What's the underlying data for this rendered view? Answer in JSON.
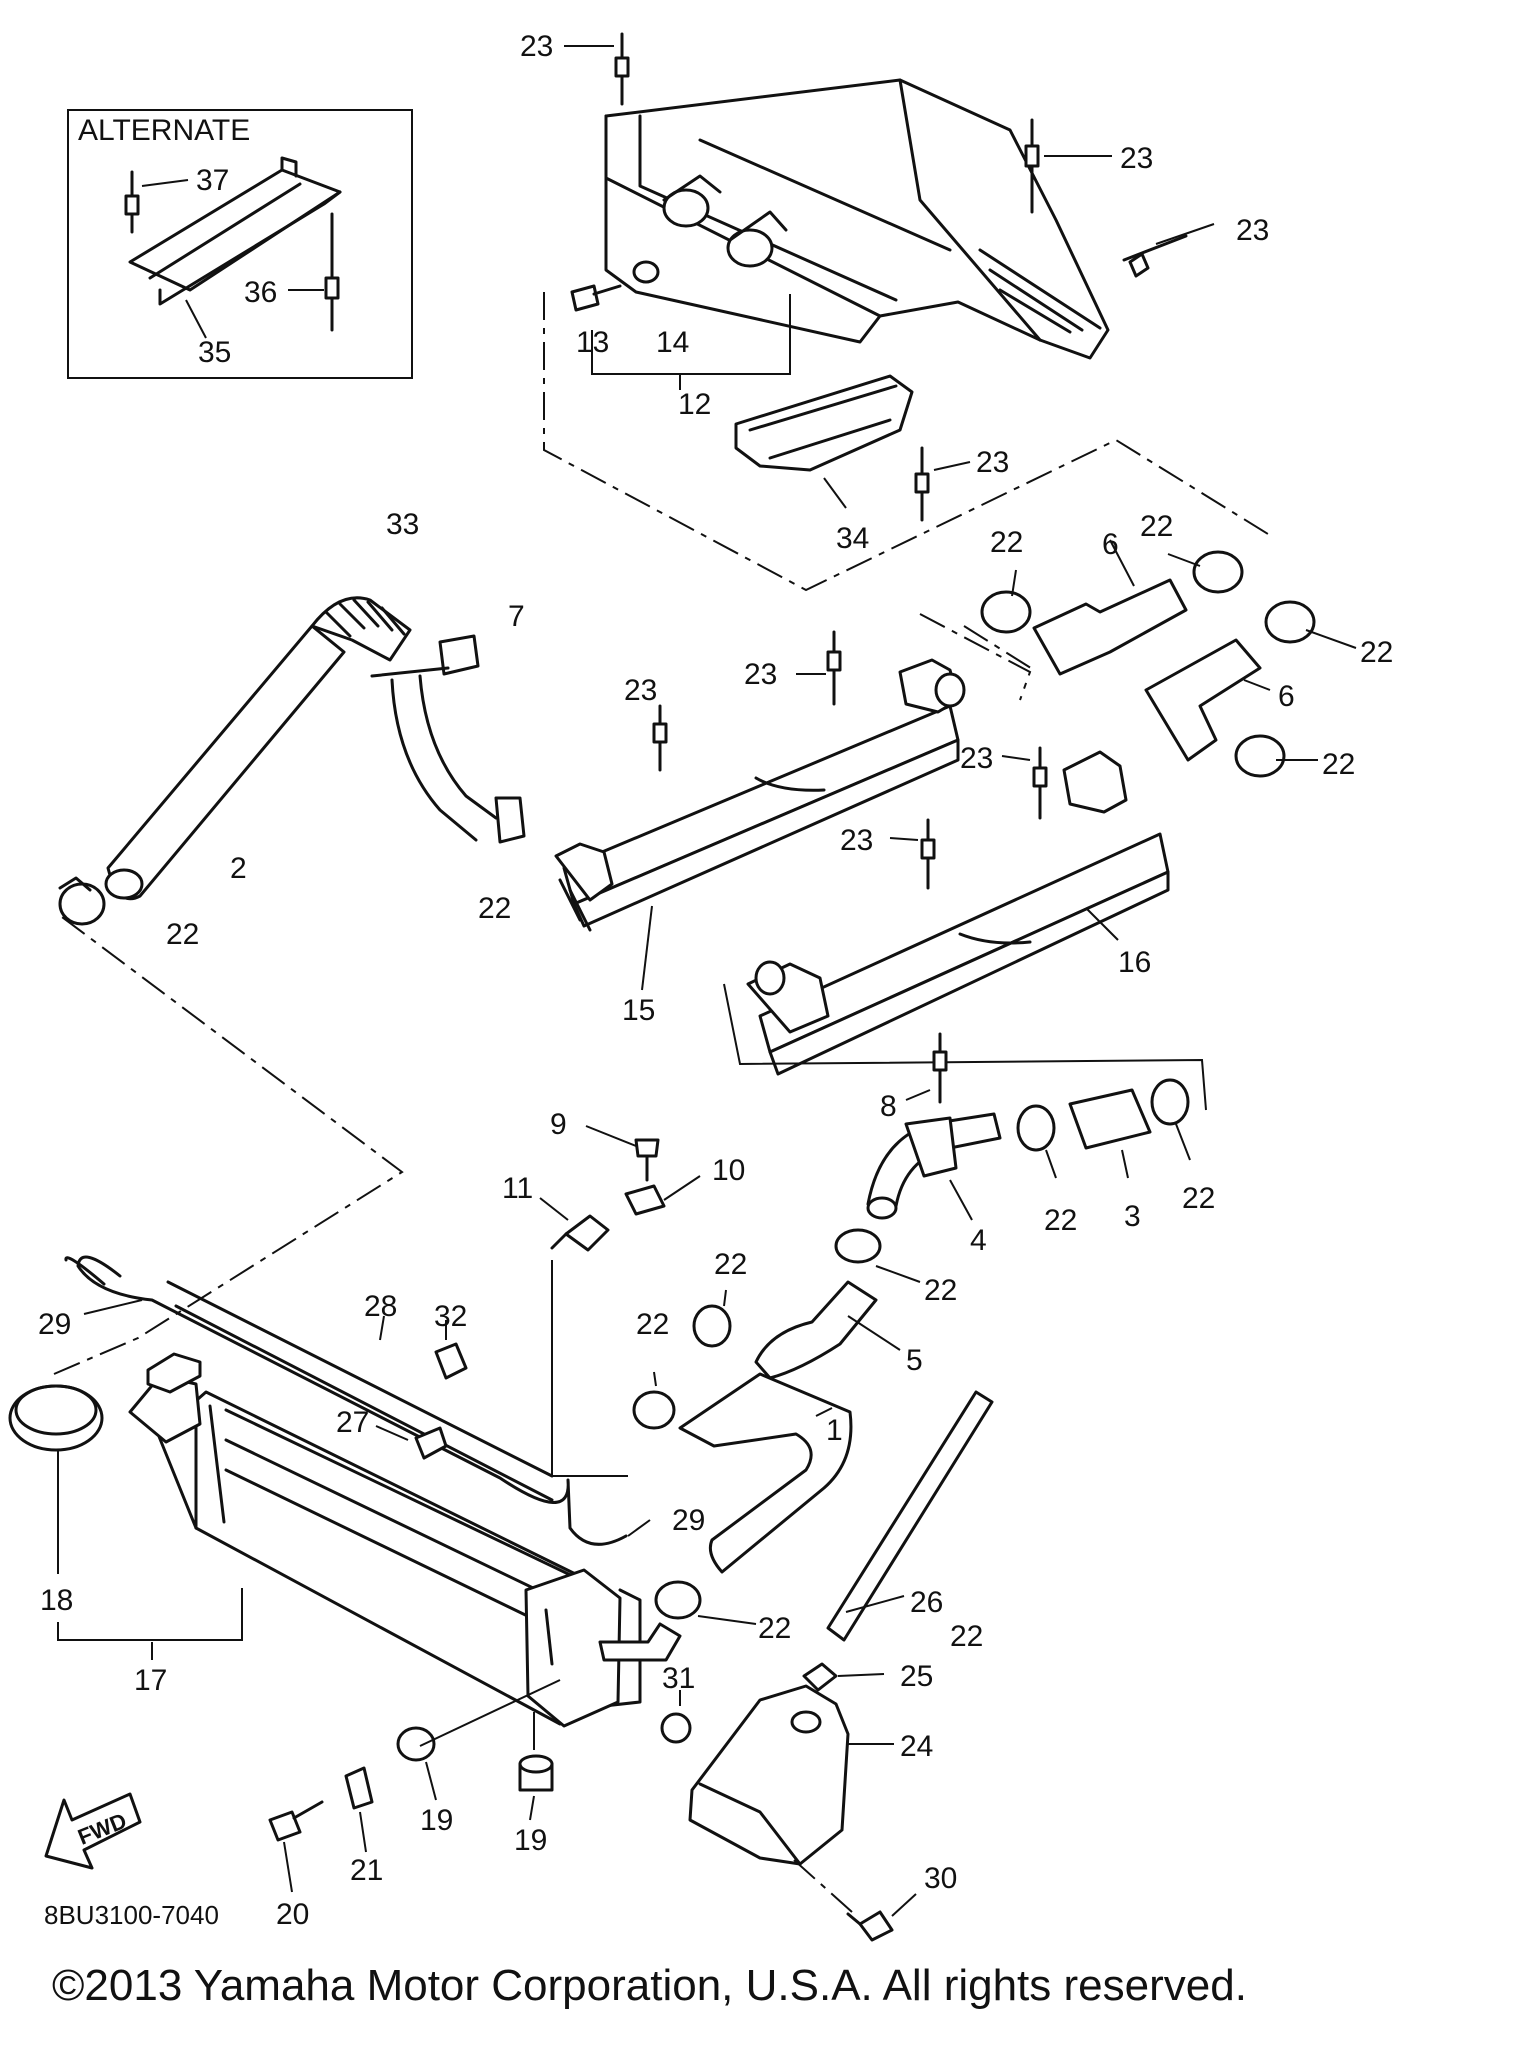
{
  "inset_label": "ALTERNATE",
  "diagram_code": "8BU3100-7040",
  "direction_label": "FWD",
  "copyright": "©2013 Yamaha Motor Corporation, U.S.A. All rights reserved.",
  "callouts": {
    "c1": "1",
    "c2": "2",
    "c3": "3",
    "c4": "4",
    "c5": "5",
    "c6a": "6",
    "c6b": "6",
    "c7": "7",
    "c8": "8",
    "c9": "9",
    "c10": "10",
    "c11": "11",
    "c12": "12",
    "c13": "13",
    "c14": "14",
    "c15": "15",
    "c16": "16",
    "c17": "17",
    "c18": "18",
    "c19a": "19",
    "c19b": "19",
    "c20": "20",
    "c21": "21",
    "c22a": "22",
    "c22b": "22",
    "c22c": "22",
    "c22d": "22",
    "c22e": "22",
    "c22f": "22",
    "c22g": "22",
    "c22h": "22",
    "c22i": "22",
    "c22j": "22",
    "c22k": "22",
    "c22l": "22",
    "c22m": "22",
    "c23a": "23",
    "c23b": "23",
    "c23c": "23",
    "c23d": "23",
    "c23e": "23",
    "c23f": "23",
    "c23g": "23",
    "c23h": "23",
    "c24": "24",
    "c25": "25",
    "c26": "26",
    "c27": "27",
    "c28": "28",
    "c29a": "29",
    "c29b": "29",
    "c30": "30",
    "c31": "31",
    "c32": "32",
    "c33": "33",
    "c34": "34",
    "c35": "35",
    "c36": "36",
    "c37": "37"
  }
}
